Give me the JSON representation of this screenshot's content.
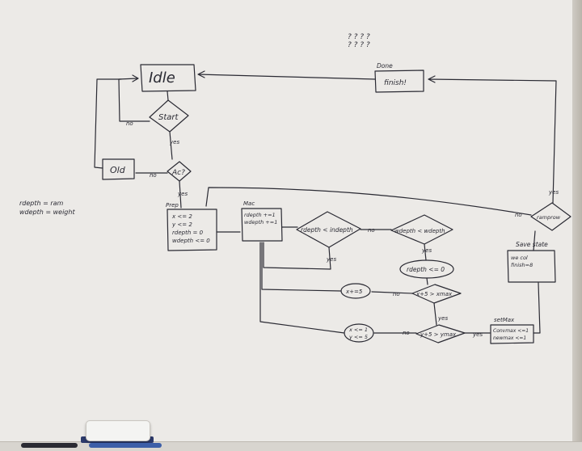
{
  "labels": {
    "idle": "Idle",
    "start": "Start",
    "yes_start": "yes",
    "no_start": "no",
    "ac": "Ac?",
    "no_ac": "no",
    "old": "Old",
    "yes_ac": "yes",
    "prep": "Prep",
    "prep_lines": [
      "x <= 2",
      "y <= 2",
      "rdepth = 0",
      "wdepth <= 0"
    ],
    "mac": "Mac",
    "mac_lines": [
      "rdepth +=1",
      "wdepth +=1"
    ],
    "rdepth_check": "rdepth < indepth",
    "no_rdepth": "no",
    "yes_rdepth": "yes",
    "wdepth_check": "wdepth < wdepth",
    "yes_wdepth": "yes",
    "rdepth_reset": "rdepth <= 0",
    "x_check": "x+5 > xmax",
    "no_x": "no",
    "x_inc": "x+=5",
    "yes_x": "yes",
    "y_check": "y+5 > ymax",
    "no_y": "no",
    "yes_y": "yes",
    "xy_reset": [
      "x <= 1",
      "y <= 5"
    ],
    "setmax": "setMax",
    "setmax_lines": [
      "Convmax <=1",
      "newmax <=1"
    ],
    "savestate": "Save state",
    "save_lines": [
      "we col",
      "finish=8"
    ],
    "ramprow": "ramprow",
    "no_ramp": "no",
    "yes_ramp": "yes",
    "done": "Done",
    "done_box": "finish!",
    "left_note": [
      "rdepth = ram",
      "wdepth = weight"
    ],
    "question_marks": [
      "? ? ? ?",
      "? ? ? ?"
    ]
  },
  "colors": {
    "ink": "#2a2a33",
    "board": "#ebe9e6",
    "eraser_base": "#2c3a6b"
  }
}
